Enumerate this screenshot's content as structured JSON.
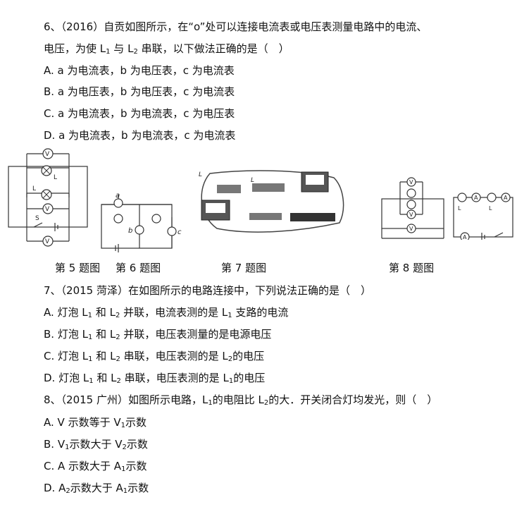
{
  "q6": {
    "line1": "6、（2016）自贡如图所示，在“o”处可以连接电流表或电压表测量电路中的电流、",
    "line2_a": "电压，为使 L",
    "line2_b": "与 L",
    "line2_c": "串联，以下做法正确的是（　）",
    "options": [
      "A.  a 为电流表，b 为电压表，c 为电流表",
      "B.  a 为电压表，b 为电压表，c 为电流表",
      "C.  a 为电流表，b 为电流表，c 为电压表",
      "D.  a 为电流表，b 为电流表，c 为电流表"
    ]
  },
  "sub1": "1",
  "sub2": "2",
  "captions": [
    "第 5 题图",
    "第 6 题图",
    "第 7 题图",
    "第 8 题图"
  ],
  "fig_labels": {
    "V1": "V",
    "V2": "V",
    "V": "V",
    "A": "A",
    "L": "L",
    "S": "S",
    "a": "a",
    "b": "b",
    "c": "c"
  },
  "q7": {
    "title": "7、（2015 菏泽）在如图所示的电路连接中，下列说法正确的是（　）",
    "A_a": "A.  灯泡 L",
    "A_b": "和 L",
    "A_c": "并联，电流表测的是 L",
    "A_d": "支路的电流",
    "B_a": "B.  灯泡 L",
    "B_b": "和 L",
    "B_c": "并联，电压表测量的是电源电压",
    "C_a": "C.  灯泡 L",
    "C_b": "和 L",
    "C_c": "串联，电压表测的是 L",
    "C_d": "的电压",
    "D_a": "D.  灯泡 L",
    "D_b": "和 L",
    "D_c": "串联，电压表测的是 L",
    "D_d": "的电压"
  },
  "q8": {
    "t_a": "8、（2015 广州）如图所示电路，L",
    "t_b": "的电阻比 L",
    "t_c": "的大．开关闭合灯均发光，则（　）",
    "A_a": "A.  V 示数等于 V",
    "A_b": "示数",
    "B_a": "B.  V",
    "B_b": "示数大于 V",
    "B_c": "示数",
    "C_a": "C.  A 示数大于 A",
    "C_b": "示数",
    "D_a": "D.  A",
    "D_b": "示数大于 A",
    "D_c": "示数"
  }
}
